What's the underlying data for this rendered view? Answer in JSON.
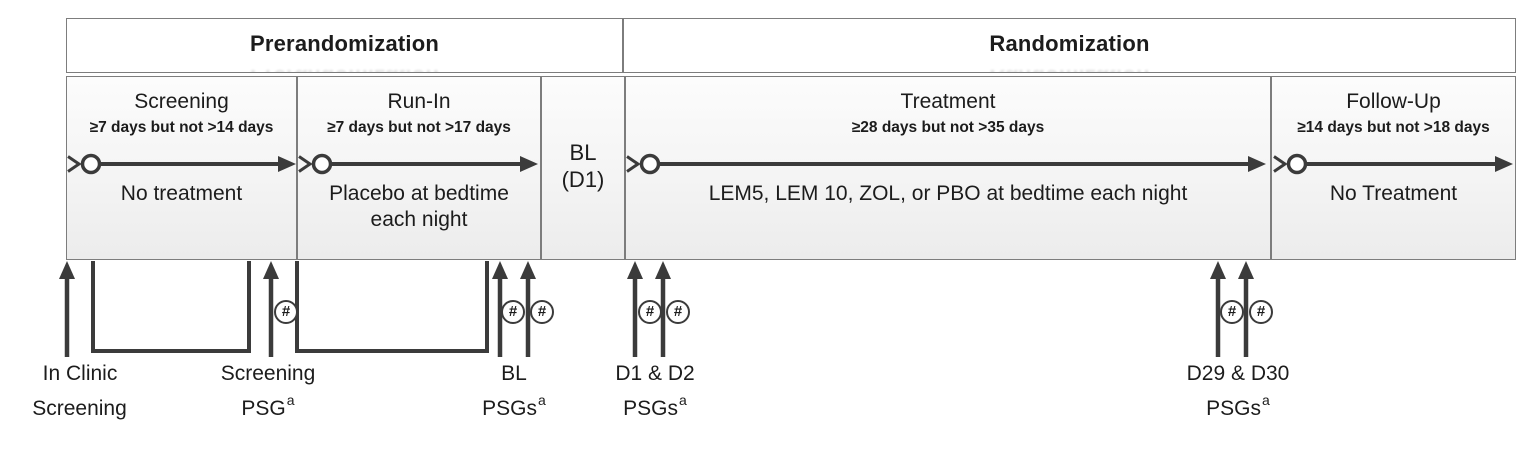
{
  "phases": {
    "prerandomization": {
      "label": "Prerandomization"
    },
    "randomization": {
      "label": "Randomization"
    }
  },
  "periods": [
    {
      "title": "Screening",
      "duration": "≥7 days but not >14 days",
      "note": "No treatment"
    },
    {
      "title": "Run-In",
      "duration": "≥7 days but not >17 days",
      "note": "Placebo at bedtime each night"
    },
    {
      "title": "BL",
      "subtitle": "(D1)"
    },
    {
      "title": "Treatment",
      "duration": "≥28 days but not >35 days",
      "note": "LEM5, LEM 10, ZOL, or PBO at bedtime each night"
    },
    {
      "title": "Follow-Up",
      "duration": "≥14 days but not >18 days",
      "note": "No Treatment"
    }
  ],
  "annotations": [
    {
      "line1": "In Clinic",
      "line2": "Screening",
      "sup": ""
    },
    {
      "line1": "Screening",
      "line2": "PSG",
      "sup": "a"
    },
    {
      "line1": "BL",
      "line2": "PSGs",
      "sup": "a"
    },
    {
      "line1": "D1 & D2",
      "line2": "PSGs",
      "sup": "a"
    },
    {
      "line1": "D29 & D30",
      "line2": "PSGs",
      "sup": "a"
    }
  ],
  "markers": {
    "hash_symbol": "#"
  },
  "colors": {
    "arrow": "#3b3b3b",
    "border": "#7d7d7d",
    "text": "#1c1c1c",
    "cell_fill_top": "#fcfcfc",
    "cell_fill_bottom": "#ececec"
  }
}
